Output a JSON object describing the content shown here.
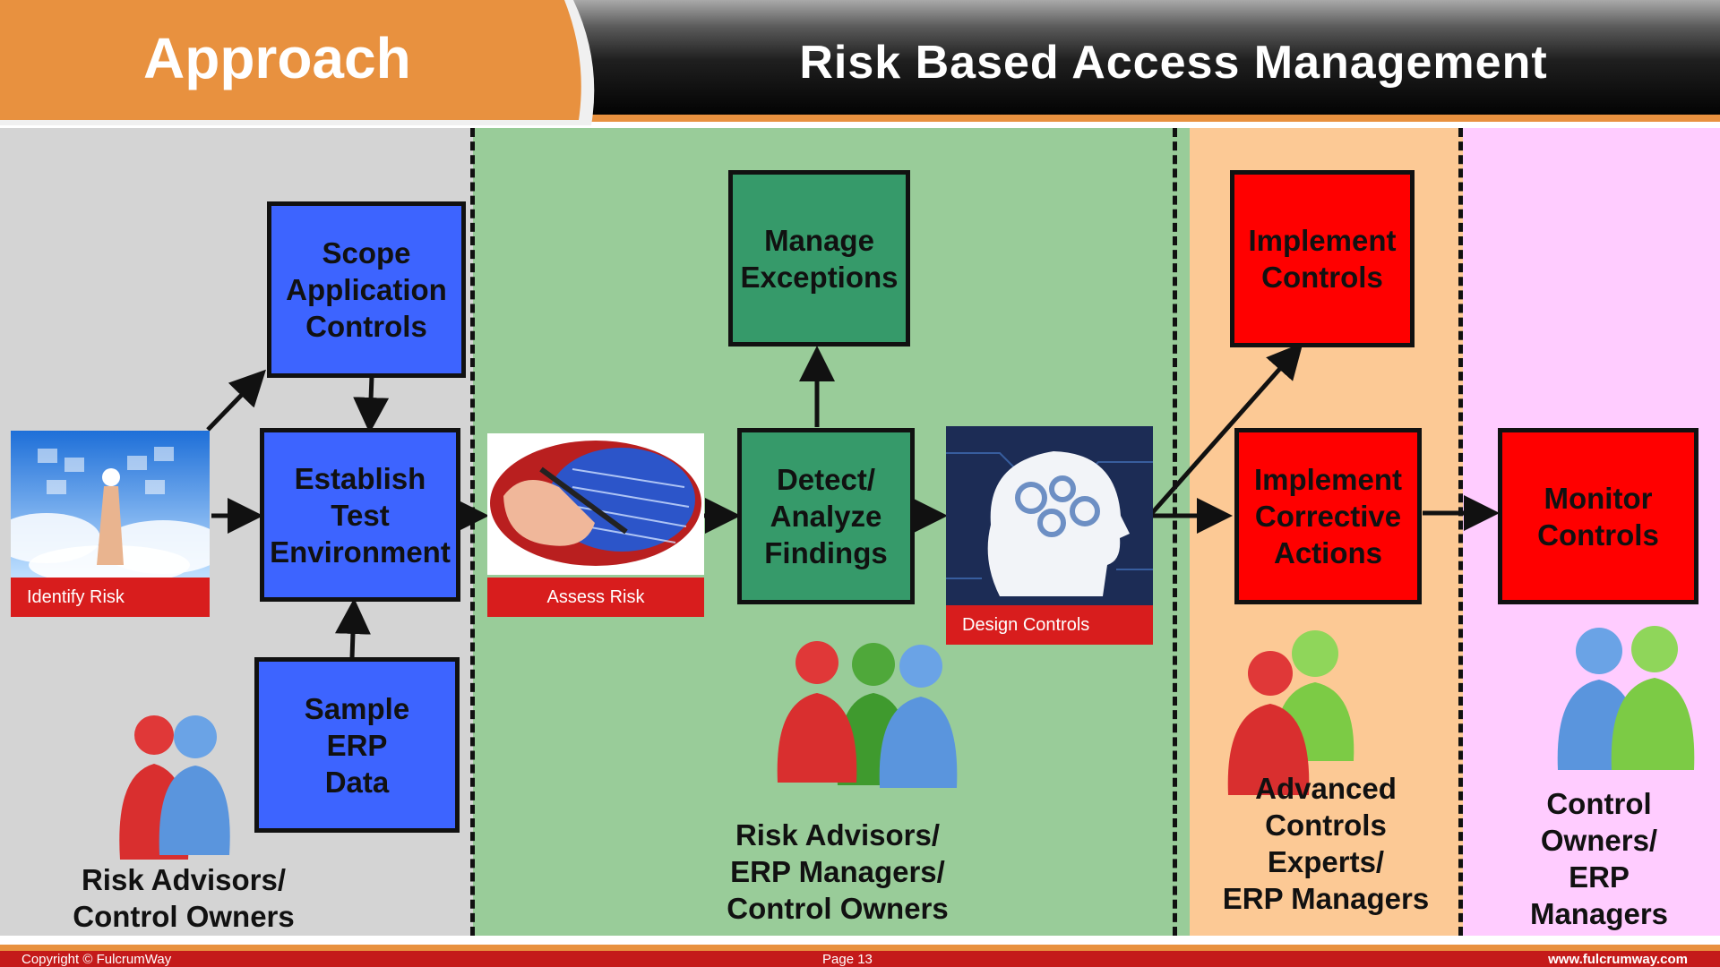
{
  "header": {
    "section_label": "Approach",
    "title": "Risk Based Access Management"
  },
  "phase1": {
    "image_caption": "Identify Risk",
    "scope_box": "Scope\nApplication\nControls",
    "establish_box": "Establish\nTest\nEnvironment",
    "sample_box": "Sample\nERP\nData",
    "people_label": "Risk Advisors/\nControl Owners"
  },
  "phase2": {
    "image_caption": "Assess Risk",
    "manage_box": "Manage\nExceptions",
    "detect_box": "Detect/\nAnalyze\nFindings",
    "design_caption": "Design Controls",
    "people_label": "Risk Advisors/\nERP Managers/\nControl Owners"
  },
  "phase3": {
    "implement_controls_box": "Implement\nControls",
    "corrective_box": "Implement\nCorrective\nActions",
    "people_label": "Advanced\nControls\nExperts/\nERP Managers"
  },
  "phase4": {
    "monitor_box": "Monitor\nControls",
    "people_label": "Control\nOwners/\nERP\nManagers"
  },
  "footer": {
    "copyright": "Copyright © FulcrumWay",
    "page": "Page 13",
    "website": "www.fulcrumway.com"
  },
  "colors": {
    "orange_accent": "#e8913f",
    "lane_gray": "#d4d4d4",
    "lane_green": "#99cc99",
    "lane_peach": "#fcc995",
    "lane_pink": "#ffccff",
    "box_blue": "#3d64ff",
    "box_green": "#369a6a",
    "box_red": "#ff0000",
    "caption_red": "#d81d1d",
    "footer_red": "#c41a1a"
  }
}
